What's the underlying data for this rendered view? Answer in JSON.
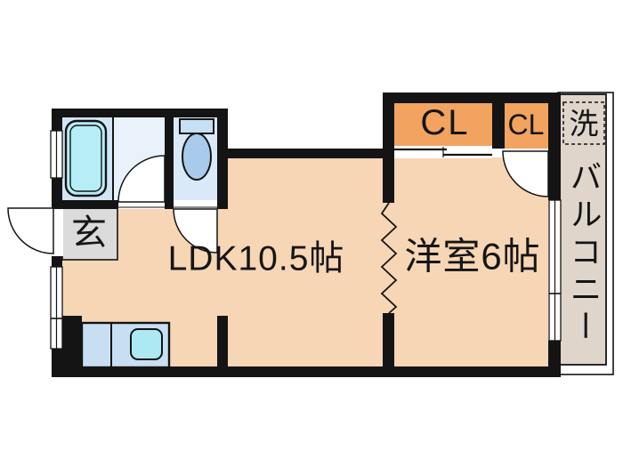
{
  "floor_plan": {
    "labels": {
      "ldk": "LDK10.5帖",
      "bedroom": "洋室6帖",
      "closet_main": "CL",
      "closet_small": "CL",
      "entrance": "玄",
      "laundry": "洗",
      "balcony": "バルコニー"
    },
    "colors": {
      "wall": "#141414",
      "room": "#F6D6B4",
      "closet": "#F1A35F",
      "genkan": "#DBDBDB",
      "balcony": "#DFD5CA",
      "bath_floor": "#E9F1FB",
      "tub_room": "#D3E5F5",
      "toilet_room": "#D9E9F8",
      "tub": "#B6EDF6",
      "counter": "#C8DFF3",
      "sink": "#ACE9F2",
      "toilet_tank": "#C5E0F5",
      "toilet_bowl": "#A9CBEB"
    }
  }
}
